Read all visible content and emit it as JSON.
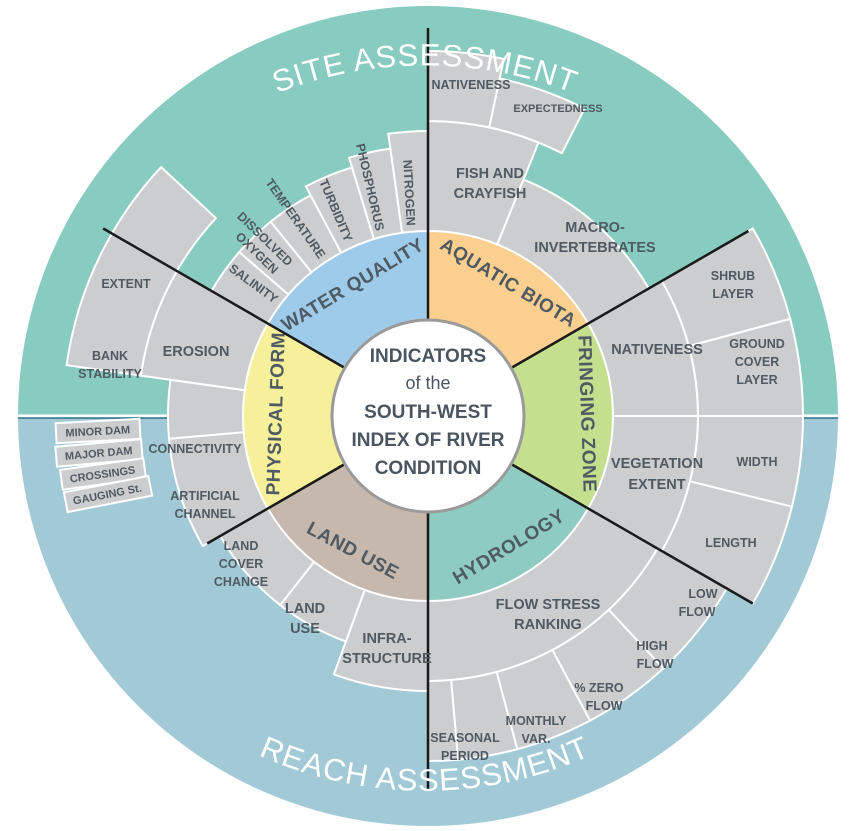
{
  "header": {
    "top_title": "SITE ASSESSMENT",
    "bottom_title": "REACH ASSESSMENT"
  },
  "center": {
    "line1": "INDICATORS",
    "line2": "of the",
    "line3": "SOUTH-WEST",
    "line4": "INDEX OF RIVER",
    "line5": "CONDITION"
  },
  "colors": {
    "site_band": "#88cbc0",
    "reach_band": "#a2cad6",
    "cells": "#cccdcf",
    "water_quality": "#9fcbea",
    "aquatic_biota": "#fbcf8f",
    "fringing_zone": "#c4df8e",
    "hydrology": "#8ecbc2",
    "land_use": "#c7b8ad",
    "physical_form": "#f7f09b",
    "divider": "#1a1a1a"
  },
  "categories": {
    "water_quality": "WATER QUALITY",
    "aquatic_biota": "AQUATIC BIOTA",
    "fringing_zone": "FRINGING ZONE",
    "hydrology": "HYDROLOGY",
    "land_use": "LAND USE",
    "physical_form": "PHYSICAL FORM"
  },
  "water_quality": {
    "salinity": "SALINITY",
    "dissolved": "DISSOLVED",
    "oxygen": "OXYGEN",
    "temperature": "TEMPERATURE",
    "turbidity": "TURBIDITY",
    "phosphorus": "PHOSPHORUS",
    "nitrogen": "NITROGEN"
  },
  "aquatic_biota": {
    "fish_1": "FISH AND",
    "fish_2": "CRAYFISH",
    "macro_1": "MACRO-",
    "macro_2": "INVERTEBRATES",
    "nativeness": "NATIVENESS",
    "expectedness": "EXPECTEDNESS"
  },
  "fringing_zone": {
    "nativeness": "NATIVENESS",
    "shrub_1": "SHRUB",
    "shrub_2": "LAYER",
    "ground_1": "GROUND",
    "ground_2": "COVER",
    "ground_3": "LAYER"
  },
  "hydrology": {
    "veg_1": "VEGETATION",
    "veg_2": "EXTENT",
    "width": "WIDTH",
    "length": "LENGTH",
    "flow_1": "FLOW STRESS",
    "flow_2": "RANKING",
    "low_1": "LOW",
    "low_2": "FLOW",
    "high_1": "HIGH",
    "high_2": "FLOW",
    "zero_1": "% ZERO",
    "zero_2": "FLOW",
    "monthly_1": "MONTHLY",
    "monthly_2": "VAR.",
    "seasonal_1": "SEASONAL",
    "seasonal_2": "PERIOD"
  },
  "land_use": {
    "lcc_1": "LAND",
    "lcc_2": "COVER",
    "lcc_3": "CHANGE",
    "lu_1": "LAND",
    "lu_2": "USE",
    "infra_1": "INFRA-",
    "infra_2": "STRUCTURE"
  },
  "physical_form": {
    "extent": "EXTENT",
    "bank_1": "BANK",
    "bank_2": "STABILITY",
    "erosion": "EROSION",
    "connectivity": "CONNECTIVITY",
    "art_1": "ARTIFICIAL",
    "art_2": "CHANNEL",
    "minor_dam": "MINOR DAM",
    "major_dam": "MAJOR DAM",
    "crossings": "CROSSINGS",
    "gauging": "GAUGING St."
  }
}
